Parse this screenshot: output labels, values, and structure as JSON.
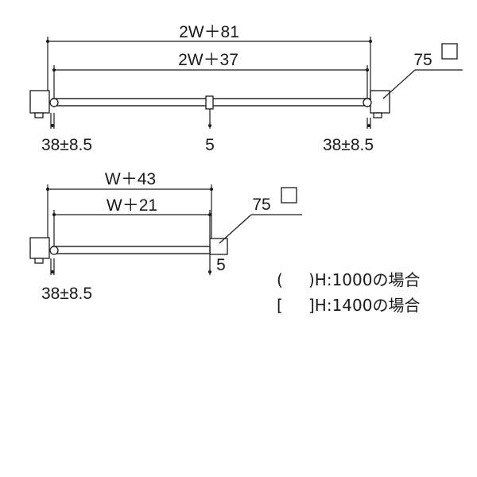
{
  "top_view": {
    "outer_width": "2W＋81",
    "inner_width": "2W＋37",
    "post_size": "75",
    "left_offset": "38±8.5",
    "center_gap": "5",
    "right_offset": "38±8.5"
  },
  "bottom_view": {
    "outer_width": "W＋43",
    "inner_width": "W＋21",
    "post_size": "75",
    "right_gap": "5",
    "left_offset": "38±8.5"
  },
  "legend": {
    "paren_open": "(",
    "paren_desc": ")H:1000の場合",
    "bracket_open": "[",
    "bracket_desc": "]H:1400の場合"
  }
}
